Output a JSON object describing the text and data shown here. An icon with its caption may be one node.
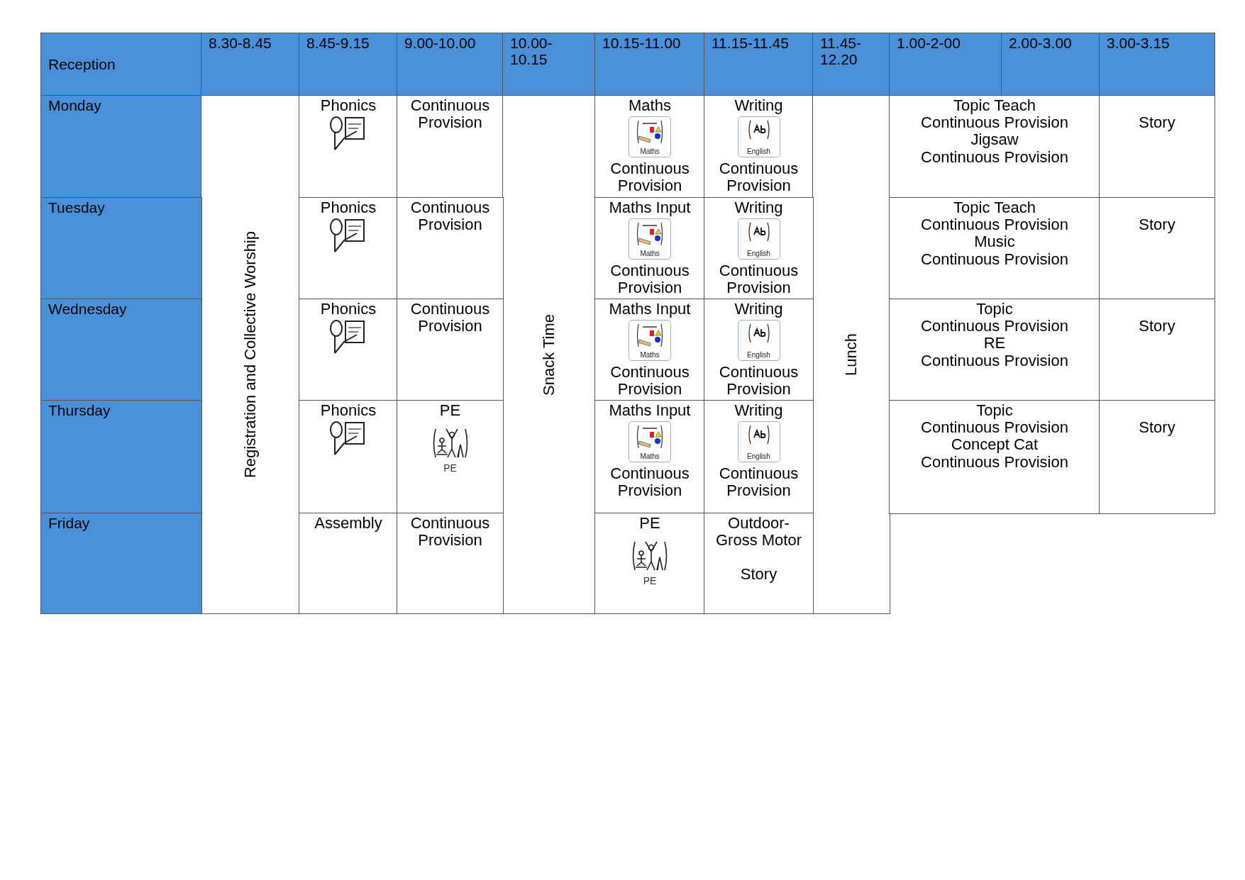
{
  "diagram": {
    "labels": [
      "Reception",
      "8.30-8.45",
      "8.45-9.15",
      "9.00-10.00",
      "10.00-10.15",
      "10.15-11.00",
      "11.15-11.45",
      "11.45-12.20",
      "1.00-2-00",
      "2.00-3.00",
      "3.00-3.15",
      "Monday",
      "Registration and Collective Worship",
      "Phonics",
      "Continuous Provision",
      "Snack Time",
      "Maths",
      "Maths",
      "Continuous Provision",
      "Writing",
      "English",
      "Continuous Provision",
      "Lunch",
      "Topic Teach",
      "Continuous Provision",
      "Jigsaw",
      "Continuous Provision",
      "Story",
      "Tuesday",
      "Phonics",
      "Continuous Provision",
      "Maths Input",
      "Maths",
      "Continuous Provision",
      "Writing",
      "English",
      "Continuous Provision",
      "Topic Teach",
      "Continuous Provision",
      "Music",
      "Continuous Provision",
      "Story",
      "Wednesday",
      "Phonics",
      "Continuous Provision",
      "Maths Input",
      "Maths",
      "Continuous Provision",
      "Writing",
      "English",
      "Continuous Provision",
      "Topic",
      "Continuous Provision",
      "RE",
      "Continuous Provision",
      "Story",
      "Thursday",
      "Phonics",
      "PE",
      "PE",
      "Maths Input",
      "Maths",
      "Continuous Provision",
      "Writing",
      "English",
      "Continuous Provision",
      "Topic",
      "Continuous Provision",
      "Concept Cat",
      "Continuous Provision",
      "Story",
      "Friday",
      "Assembly",
      "Continuous Provision",
      "PE",
      "PE",
      "Outdoor- Gross Motor",
      "Story"
    ]
  }
}
